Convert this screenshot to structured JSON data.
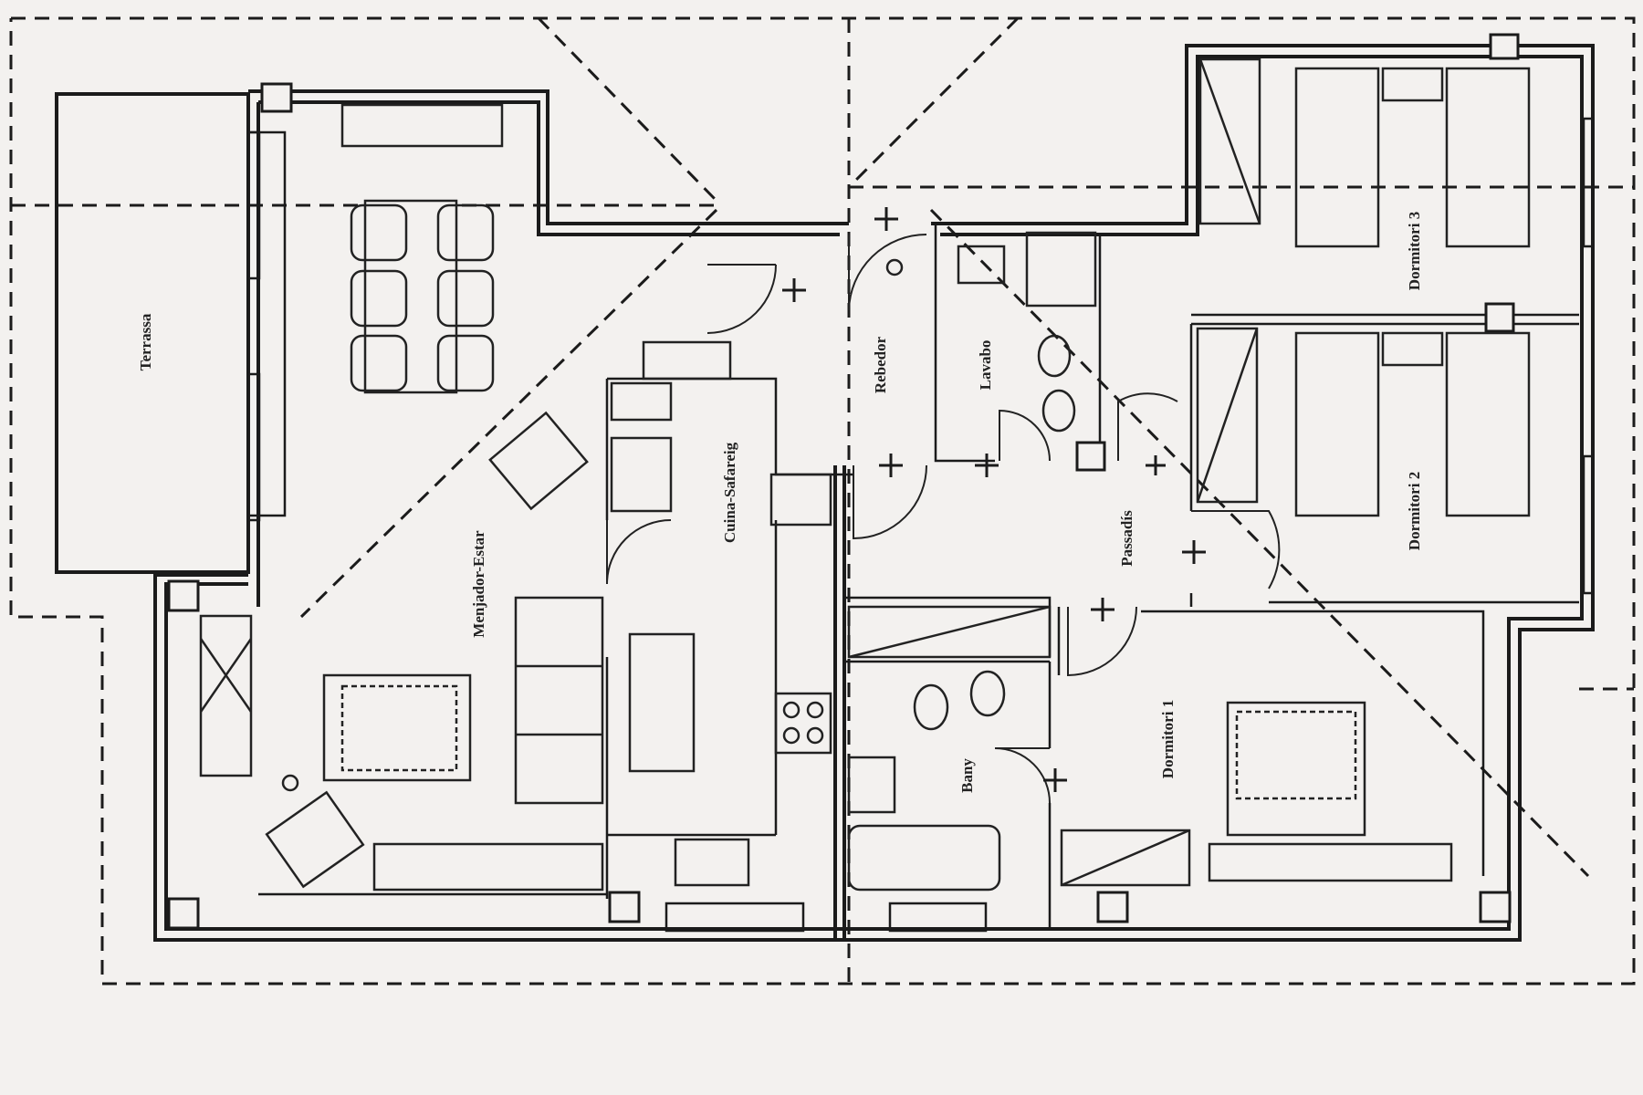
{
  "rooms": {
    "terrassa": "Terrassa",
    "menjador_estar": "Menjador-Estar",
    "cuina_safareig": "Cuina-Safareig",
    "rebedor": "Rebedor",
    "lavabo": "Lavabo",
    "passadis": "Passadís",
    "dormitori_3": "Dormitori 3",
    "dormitori_2": "Dormitori 2",
    "dormitori_1": "Dormitori 1",
    "bany": "Bany"
  }
}
